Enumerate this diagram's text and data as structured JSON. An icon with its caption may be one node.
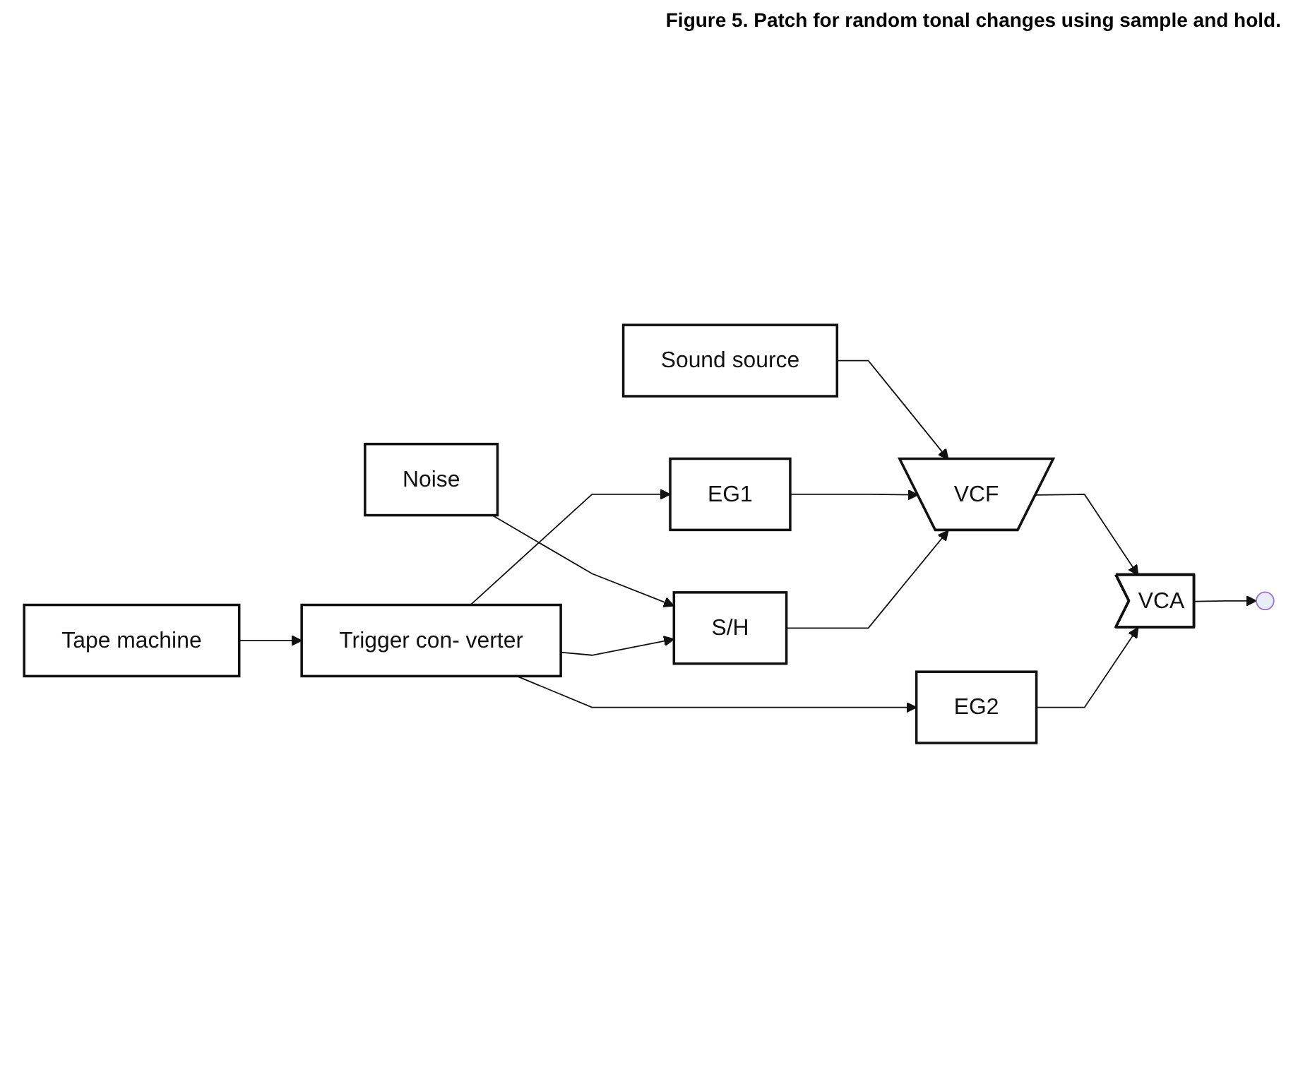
{
  "diagram": {
    "caption": "Figure 5. Patch for random tonal changes using sample and hold.",
    "nodes": [
      {
        "text": [
          "VCF"
        ]
      },
      {
        "text": [
          "VCA"
        ]
      },
      {
        "text": [],
        "shape": "circle"
      },
      {
        "text": [
          "EG1"
        ]
      },
      {
        "text": [
          "EG2"
        ]
      },
      {
        "text": [
          "S/H"
        ]
      },
      {
        "text": [
          "Noise"
        ]
      },
      {
        "text": [
          "Trigger con- verter"
        ]
      },
      {
        "text": [
          "Tape machine"
        ]
      },
      {
        "text": [
          "Sound source"
        ]
      }
    ],
    "edges": [
      {
        "from": 9,
        "to": 0,
        "arrow": "to"
      },
      {
        "from": 0,
        "to": 1,
        "arrow": "to"
      },
      {
        "from": 1,
        "to": 2,
        "arrow": "to"
      },
      {
        "from": 3,
        "to": 0,
        "arrow": "to"
      },
      {
        "from": 5,
        "to": 0,
        "arrow": "to"
      },
      {
        "from": 4,
        "to": 1,
        "arrow": "to"
      },
      {
        "from": 6,
        "to": 5,
        "arrow": "to"
      },
      {
        "from": 7,
        "to": 3,
        "arrow": "to"
      },
      {
        "from": 7,
        "to": 4,
        "arrow": "to"
      },
      {
        "from": 7,
        "to": 5,
        "arrow": "to"
      },
      {
        "from": 8,
        "to": 7,
        "arrow": "to"
      }
    ]
  }
}
